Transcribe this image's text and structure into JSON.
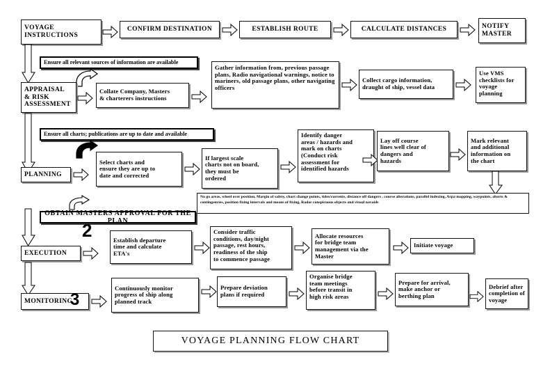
{
  "document": {
    "title": "VOYAGE PLANNING FLOW CHART",
    "type": "flowchart"
  },
  "chart_data": {
    "type": "diagram",
    "title": "VOYAGE PLANNING FLOW CHART",
    "stages": [
      "APPRAISAL & RISK ASSESSMENT",
      "PLANNING",
      "EXECUTION",
      "MONITORING"
    ]
  },
  "row_top": {
    "n1": "VOYAGE\nINSTRUCTIONS",
    "n2": "CONFIRM DESTINATION",
    "n3": "ESTABLISH ROUTE",
    "n4": "CALCULATE DISTANCES",
    "n5": "NOTIFY\nMASTER"
  },
  "appraisal": {
    "note": "Ensure all relevant sources of information are available",
    "stage": "APPRAISAL\n& RISK\nASSESSMENT",
    "n1": "Collate Company, Masters\n& charterers instructions",
    "n2": "Gather information from, previous passage plans, Radio navigational warnings, notice to mariners, old passage plans, other navigating officers",
    "n3": "Collect cargo information,\ndraught of ship, vessel data",
    "n4": "Use VMS\nchecklists for\nvoyage\nplanning"
  },
  "planning": {
    "note": "Ensure all charts; publications are up to date and available",
    "stage": "PLANNING",
    "n1": "Select charts and\nensure they are up to\ndate and corrected",
    "n2": "If largest scale\ncharts not on board,\nthey must be\nordered",
    "n3": "Identify danger\nareas / hazards and\nmark on charts\n(Conduct risk\nassessment for\nidentified hazards",
    "n4": "Lay off course\nlines well clear of\ndangers and\nhazards",
    "n5": "Mark relevant\nand additional\ninformation on\nthe chart",
    "details": "No go areas, wheel over position, Margin of safety, chart change points, tides/currents, distance off dangers , course alterations, parallel indexing, Arpa mapping, waypoints, aborts & contingencies, position fixing intervals and means of fixing, Radar conspicuous objects and visual navaids",
    "approval_banner": "OBTAIN MASTERS APPROVAL FOR THE PLAN",
    "marker": "2"
  },
  "execution": {
    "stage": "EXECUTION",
    "n1": "Establish departure\ntime and calculate\nETA's",
    "n2": "Consider traffic\nconditions, day/night\npassage, rest hours,\nreadiness of the ship\nto commence passage",
    "n3": "Allocate resources\nfor bridge team\nmanagement via the\nMaster",
    "n4": "Initiate voyage"
  },
  "monitoring": {
    "stage": "MONITORING",
    "marker": "3",
    "n1": "Continuously monitor\nprogress of ship along\nplanned track",
    "n2": "Prepare deviation\nplans if required",
    "n3": "Organise bridge\nteam meetings\nbefore transit in\nhigh risk areas",
    "n4": "Prepare for arrival,\nmake anchor or\nberthing plan",
    "n5": "Debrief after\ncompletion of\nvoyage"
  },
  "colors": {
    "ink": "#000000",
    "paper": "#ffffff",
    "shadow": "#999999"
  }
}
